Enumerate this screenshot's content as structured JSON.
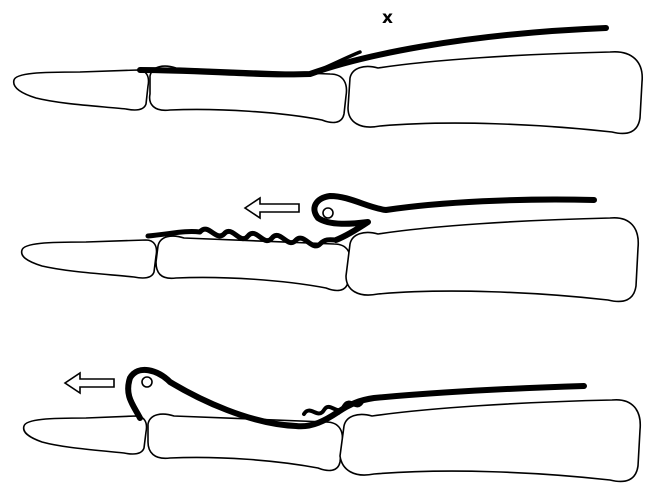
{
  "figure": {
    "marker_label": "x",
    "panel_count": 3,
    "ink_color": "#000000",
    "paper_color": "#ffffff",
    "arrow_direction": "left"
  }
}
